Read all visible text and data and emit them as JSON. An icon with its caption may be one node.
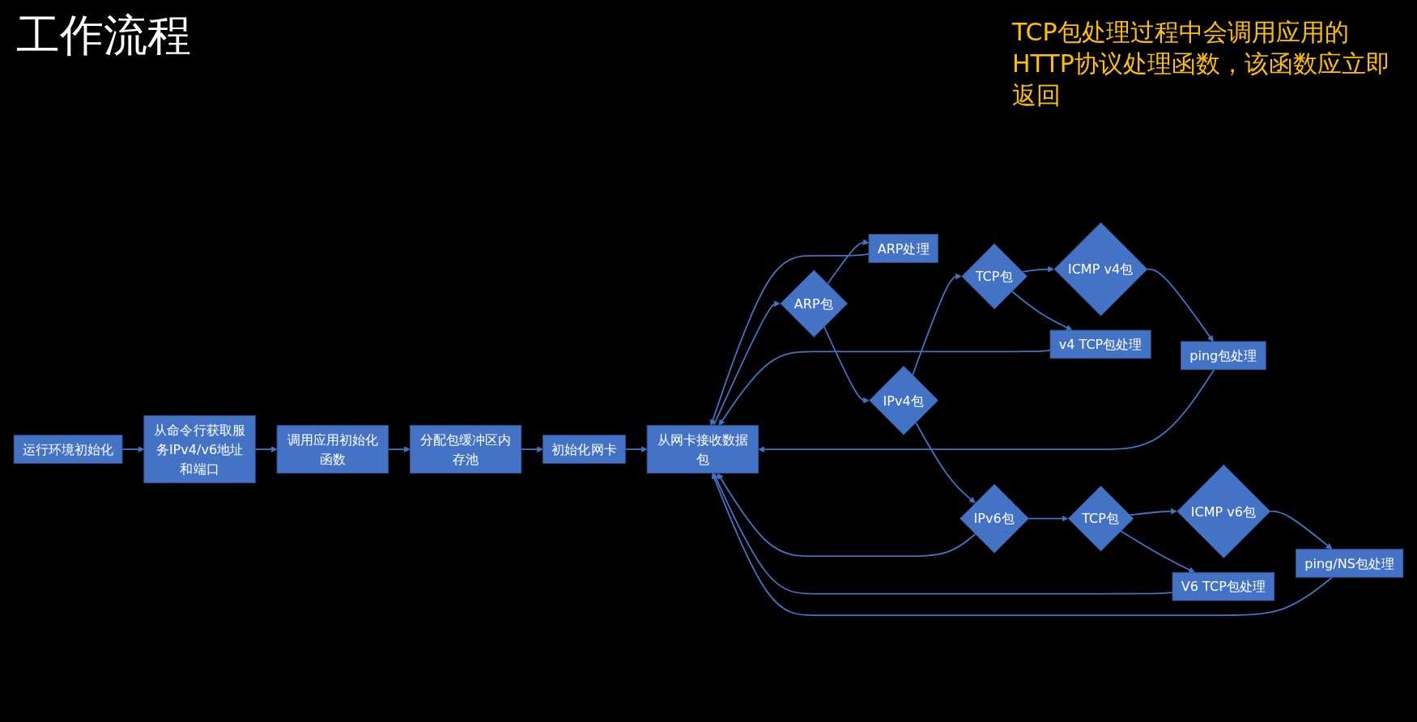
{
  "diagram": {
    "title": "工作流程",
    "nodes": [
      {
        "text": [
          "运行环境初始化"
        ]
      },
      {
        "text": [
          "从命令行获取服务IPv4/v6地址和端口"
        ]
      },
      {
        "text": [
          "调用应用初始化函数"
        ]
      },
      {
        "text": [
          "分配包缓冲区内存池"
        ]
      },
      {
        "text": [
          "初始化网卡"
        ]
      },
      {
        "text": [
          "从网卡接收数据包"
        ]
      },
      {
        "text": [
          "ARP包"
        ]
      },
      {
        "text": [
          "ARP处理"
        ]
      },
      {
        "text": [
          "IPv4包"
        ]
      },
      {
        "text": [
          "TCP包"
        ]
      },
      {
        "text": [
          "ICMP v4包"
        ]
      },
      {
        "text": [
          "v4 TCP包处理"
        ]
      },
      {
        "text": [
          "ping包处理"
        ]
      },
      {
        "text": [
          "IPv6包"
        ]
      },
      {
        "text": [
          "TCP包"
        ]
      },
      {
        "text": [
          "ICMP v6包"
        ]
      },
      {
        "text": [
          "V6 TCP包处理"
        ]
      },
      {
        "text": [
          "ping/NS包处理"
        ]
      }
    ],
    "edges": [
      {
        "from": 0,
        "to": 1,
        "arrow": "to"
      },
      {
        "from": 1,
        "to": 2,
        "arrow": "to"
      },
      {
        "from": 2,
        "to": 3,
        "arrow": "to"
      },
      {
        "from": 3,
        "to": 4,
        "arrow": "to"
      },
      {
        "from": 4,
        "to": 5,
        "arrow": "to"
      },
      {
        "from": 5,
        "to": 6,
        "arrow": "to"
      },
      {
        "from": 6,
        "to": 7,
        "arrow": "to"
      },
      {
        "from": 6,
        "to": 8,
        "arrow": "to"
      },
      {
        "from": 8,
        "to": 9,
        "arrow": "to"
      },
      {
        "from": 9,
        "to": 10,
        "arrow": "to"
      },
      {
        "from": 9,
        "to": 11,
        "arrow": "to"
      },
      {
        "from": 10,
        "to": 12,
        "arrow": "to"
      },
      {
        "from": 8,
        "to": 13,
        "arrow": "to"
      },
      {
        "from": 13,
        "to": 14,
        "arrow": "to"
      },
      {
        "from": 14,
        "to": 15,
        "arrow": "to"
      },
      {
        "from": 14,
        "to": 16,
        "arrow": "to"
      },
      {
        "from": 15,
        "to": 17,
        "arrow": "to"
      },
      {
        "from": 13,
        "to": 5,
        "arrow": "to"
      },
      {
        "from": 16,
        "to": 5,
        "arrow": "to"
      },
      {
        "from": 17,
        "to": 5,
        "arrow": "to"
      },
      {
        "from": 11,
        "to": 5,
        "arrow": "to"
      },
      {
        "from": 7,
        "to": 5,
        "arrow": "to"
      },
      {
        "from": 12,
        "to": 5,
        "arrow": "to"
      }
    ],
    "labels": [
      "TCP包处理过程中会调用应用的HTTP协议处理函数，该函数应立即返回"
    ]
  }
}
